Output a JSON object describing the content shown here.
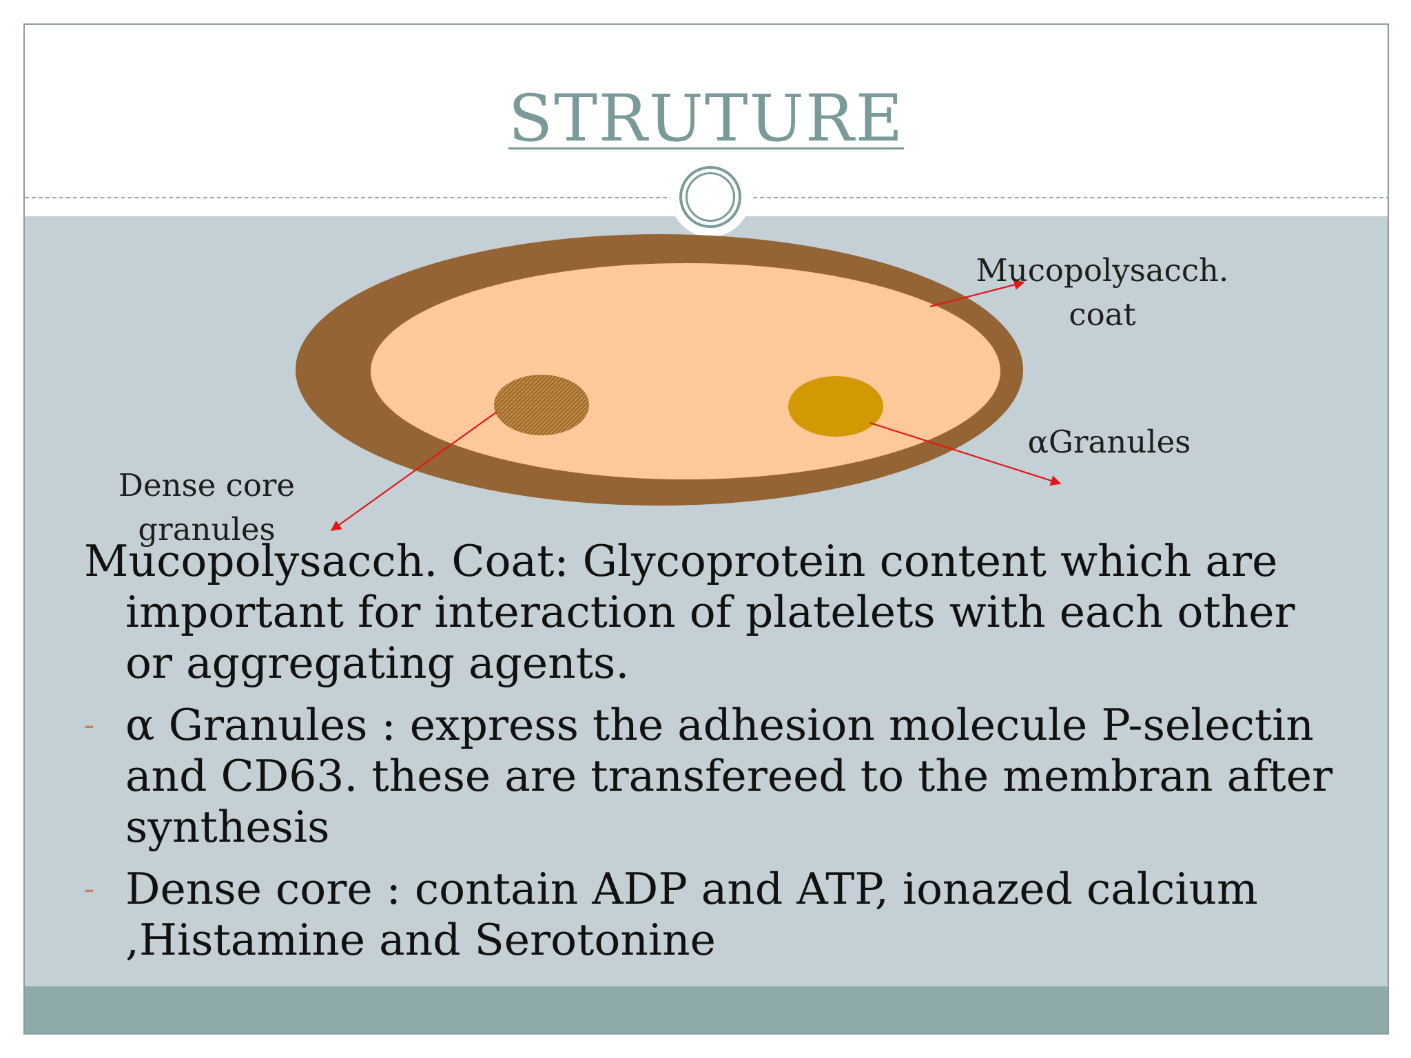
{
  "slide": {
    "title": "STRUTURE"
  },
  "diagram": {
    "labels": {
      "coat": [
        "Mucopolysacch.",
        "coat"
      ],
      "alpha": "αGranules",
      "dense": [
        "Dense core",
        "granules"
      ]
    },
    "colors": {
      "outer_coat": "#946434",
      "cytoplasm": "#fdc99b",
      "dense_granule": "#a0692e",
      "alpha_granule": "#d19a02",
      "arrow": "#e01818"
    }
  },
  "content": {
    "paragraph": "Mucopolysacch. Coat:  Glycoprotein content which are important for interaction of platelets with each other or aggregating agents.",
    "bullet_marker": "-",
    "bullets": [
      "α Granules : express the adhesion molecule P-selectin and CD63. these are transfereed to the membran after synthesis",
      "Dense core : contain ADP and ATP, ionazed calcium ,Histamine and Serotonine"
    ]
  },
  "theme": {
    "accent": "#7a9a9a",
    "panel": "#c4d0d5",
    "footer": "#8faaab",
    "bullet_dash": "#d07a56"
  }
}
